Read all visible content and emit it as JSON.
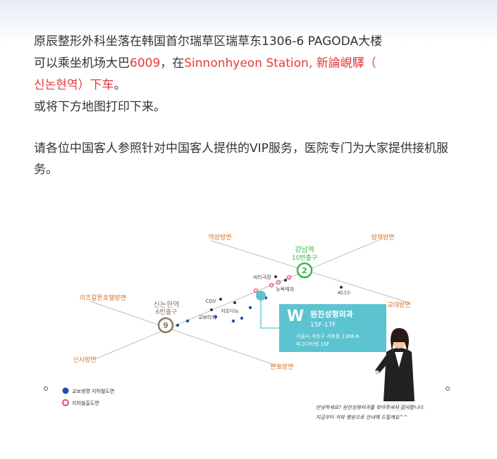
{
  "intro": {
    "line1": "原辰整形外科坐落在韩国首尔瑞草区瑞草东1306-6 PAGODA大楼",
    "line2_a": "可以乘坐机场大巴",
    "line2_bus": "6009",
    "line2_b": "，在",
    "line2_station": "Sinnonhyeon Station, 新論峴驛（",
    "line3_station_kr": "신논현역）下车",
    "line3_end": "。",
    "line4": "或将下方地图打印下来。"
  },
  "vip": {
    "text": "请各位中国客人参照针对中国客人提供的VIP服务，医院专门为大家提供接机服务。"
  },
  "map": {
    "labels": {
      "yeoksam": "역삼방면",
      "yangjae": "양재방면",
      "gangnam_name": "강남역",
      "gangnam_exit": "10번출구",
      "gangnam_line": "2",
      "citycourt": "씨티극장",
      "newsquare": "뉴욕제과",
      "cgv": "CGV",
      "gyobo": "교보타워",
      "jiodano": "지오다노",
      "ciens": "씨너스",
      "gyodae": "교대방면",
      "ritz": "리츠칼튼호텔방면",
      "sinnon_name": "신논현역",
      "sinnon_exit": "6번출구",
      "sinnon_line": "9",
      "sinsa": "신사방면",
      "banpo": "반포방면"
    },
    "clinic": {
      "logo": "W",
      "name": "원진성형외과",
      "floor": "15F-17F",
      "address1": "서울시 서초구 서초동 1306-6",
      "address2": "파고다타워 15F"
    },
    "legend": {
      "blue": "교보생명 지하철도면",
      "pink": "지하철출도면"
    },
    "greeting1": "안녕하세요? 원진성형외과를 찾아주셔서 감사합니다.",
    "greeting2": "지금부터 저와 병원으로 안내해 드릴께요^^",
    "colors": {
      "orange": "#d9722a",
      "green": "#3cb54a",
      "card": "#5cc3d0",
      "blue_dot": "#1f4fa8",
      "pink_dot": "#e2487a"
    }
  }
}
